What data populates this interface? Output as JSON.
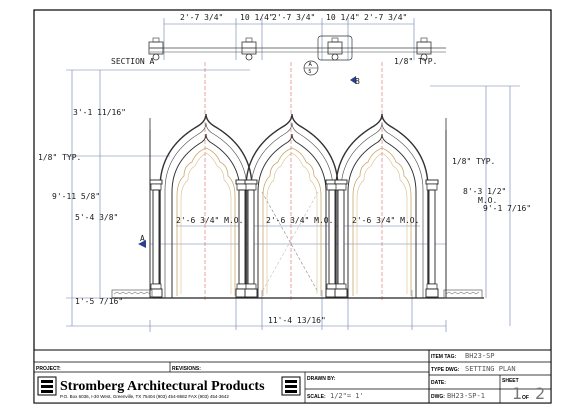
{
  "drawing": {
    "dimensions": {
      "top_dims": [
        "2'-7 3/4\"",
        "10 1/4\"",
        "2'-7 3/4\"",
        "10 1/4\"",
        "2'-7 3/4\""
      ],
      "section_label": "SECTION A",
      "top_right_typ": "1/8\" TYP.",
      "left_typ": "1/8\" TYP.",
      "right_typ": "1/8\" TYP.",
      "left_h1": "3'-1 11/16\"",
      "left_h2": "9'-11 5/8\"",
      "left_h3": "5'-4 3/8\"",
      "left_h4": "1'-5 7/16\"",
      "right_h1": "8'-3 1/2\"",
      "right_mo": "M.O.",
      "right_h2": "9'-1 7/16\"",
      "mo_dims": [
        "2'-6 3/4\" M.O.",
        "2'-6 3/4\" M.O.",
        "2'-6 3/4\" M.O."
      ],
      "bottom_dim": "11'-4 13/16\"",
      "marker_a": "A",
      "marker_b": "B",
      "circle_top": "A",
      "circle_bottom": "5"
    }
  },
  "title_block": {
    "project_label": "PROJECT:",
    "revisions_label": "REVISIONS:",
    "company": "Stromberg Architectural Products",
    "address": "P.O. Box 6036, I-30 West, Greenville, TX 75404   (903) 454-8682   FAX (903) 454-3642",
    "drawn_by_label": "DRAWN BY:",
    "scale_label": "SCALE:",
    "scale_value": "1/2\"= 1'",
    "item_tag_label": "ITEM TAG:",
    "item_tag_value": "BH23-SP",
    "type_dwg_label": "TYPE DWG:",
    "type_dwg_value": "SETTING PLAN",
    "date_label": "DATE:",
    "dwg_label": "DWG:",
    "dwg_value": "BH23-SP-1",
    "sheet_label": "SHEET",
    "sheet_number": "1",
    "of_label": "OF",
    "sheet_total": "2"
  }
}
